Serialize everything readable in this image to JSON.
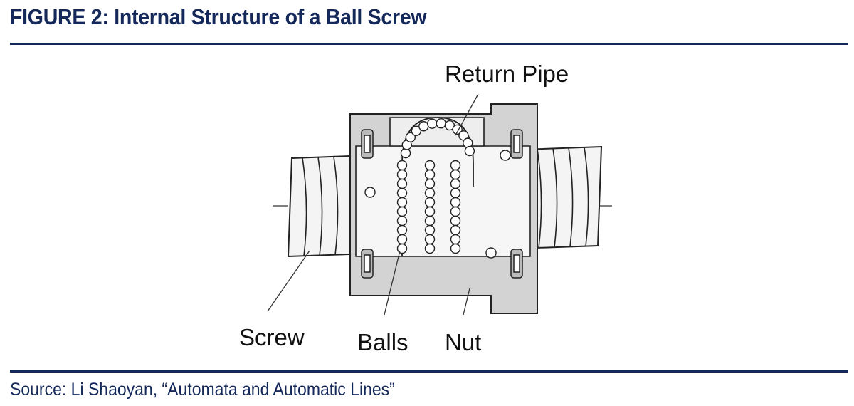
{
  "figure": {
    "title": "FIGURE 2: Internal Structure of a Ball Screw",
    "source": "Source: Li Shaoyan, “Automata and Automatic Lines”"
  },
  "diagram": {
    "labels": {
      "return_pipe": "Return Pipe",
      "screw": "Screw",
      "balls": "Balls",
      "nut": "Nut"
    }
  },
  "colors": {
    "title": "#14285a",
    "rule": "#14285a",
    "nut_fill": "#d3d3d3",
    "line": "#222222"
  }
}
